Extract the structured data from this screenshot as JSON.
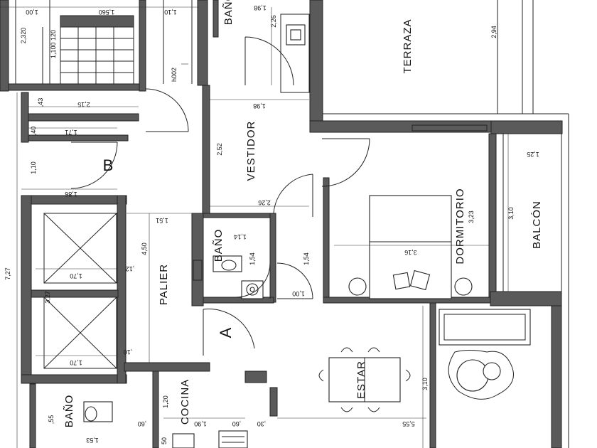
{
  "rooms": {
    "terraza": "TERRAZA",
    "vestidor": "VESTIDOR",
    "dormitorio": "DORMITORIO",
    "balcon": "BALCÓN",
    "palier": "PALIER",
    "bano_center": "BAÑO",
    "bano_left": "BAÑO",
    "bano_top": "BAÑO",
    "cocina": "COCINA",
    "estar": "ESTAR"
  },
  "labels": {
    "a": "A",
    "b": "B",
    "h002": "h002"
  },
  "dimensions": {
    "d1_100": "1,00",
    "d1_560": "1,560",
    "d1_10a": "1,10",
    "d2_320": "2,320",
    "d1_100_120": "1,100 120",
    "d1_98a": "1,98",
    "d2_26": "2,26",
    "d2_94": "2,94",
    "d0_43": ",43",
    "d2_15": "2,15",
    "d1_98b": "1,98",
    "d0_40": ",40",
    "d1_71": "1,71",
    "d2_52": "2,52",
    "d1_25": "1,25",
    "d1_10b": "1,10",
    "d1_86": "1,86",
    "d2_26b": "2,26",
    "d1_51": "1,51",
    "d3_23": "3,23",
    "d3_10a": "3,10",
    "d1_14": "1,14",
    "d4_50": "4,50",
    "d3_16": "3,16",
    "d1_54a": "1,54",
    "d1_54b": "1,54",
    "d7_27": "7,27",
    "d1_70a": "1,70",
    "d0_12": ",12",
    "d3_27": "3,27",
    "d1_00b": "1,00",
    "d0_10": ",10",
    "d1_70b": "1,70",
    "d3_10b": "3,10",
    "d1_20": "1,20",
    "d0_55": ",55",
    "d0_60a": ",60",
    "d1_90": "1,90",
    "d0_60b": ",60",
    "d0_30": ",30",
    "d5_55": "5,55",
    "d1_53": "1,53",
    "d0_50": "50"
  }
}
